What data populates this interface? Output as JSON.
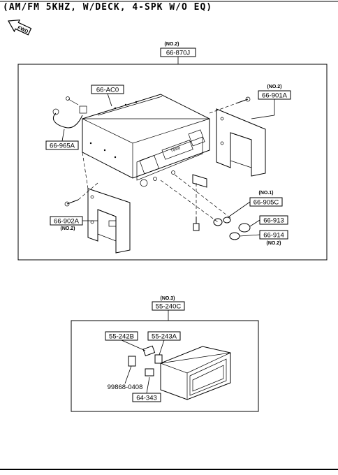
{
  "title": "(AM/FM 5KHZ, W/DECK, 4-SPK W/O EQ)",
  "fwd_label": "FWD",
  "assembly_1": {
    "note": "(NO.2)",
    "part": "66-870J"
  },
  "assembly_2": {
    "note": "(NO.3)",
    "part": "55-240C"
  },
  "parts": {
    "p66ac0": "66-AC0",
    "p66901a": "66-901A",
    "p66901a_note": "(NO.2)",
    "p66965a": "66-965A",
    "p66905c": "66-905C",
    "p66905c_note": "(NO.1)",
    "p66913": "66-913",
    "p66914": "66-914",
    "p66914_note": "(NO.2)",
    "p66902a": "66-902A",
    "p66902a_note": "(NO.2)",
    "p55242b": "55-242B",
    "p55243a": "55-243A",
    "p99868": "99868-0408",
    "p64343": "64-343"
  },
  "radio_display": "T080"
}
